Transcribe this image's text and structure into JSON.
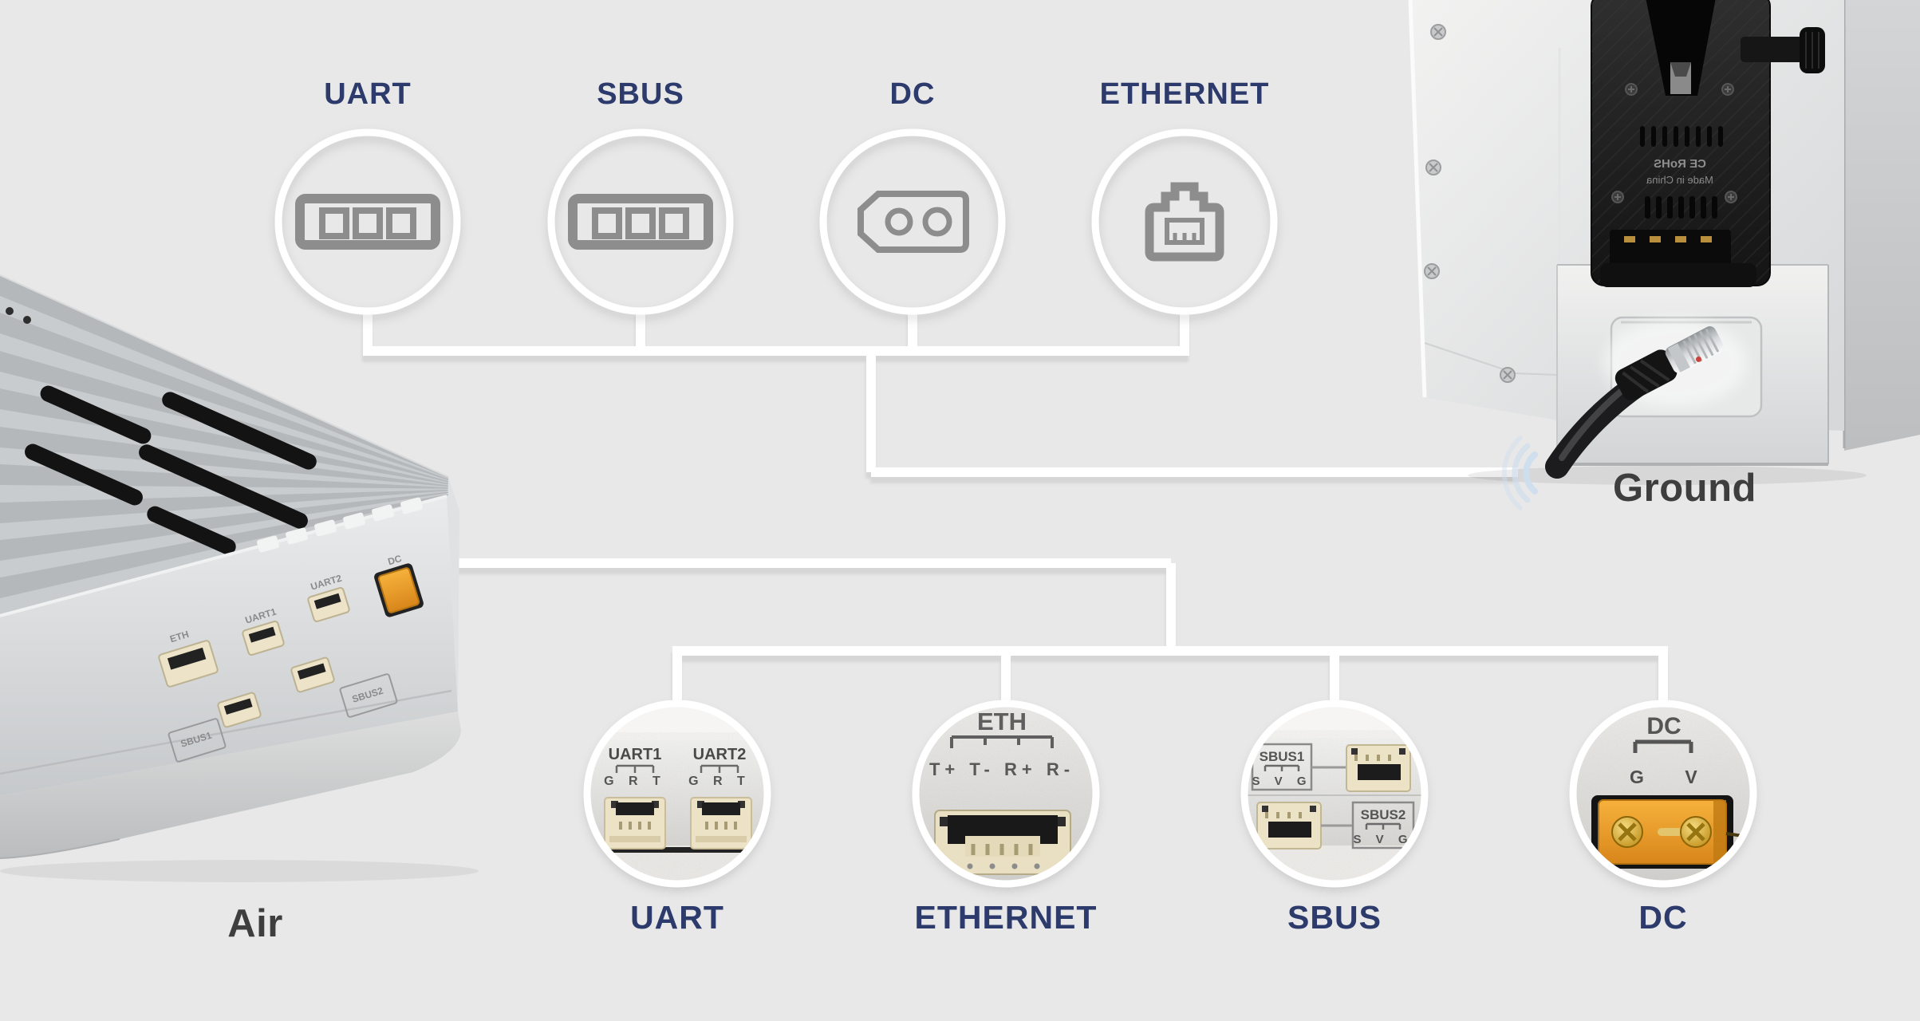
{
  "colors": {
    "background": "#e8e8e8",
    "accent_navy": "#2c3a6c",
    "icon_gray": "#8d8d8d",
    "line_white": "#ffffff",
    "device_label_gray": "#3e3e3e",
    "ripple_blue": "#cfdeed",
    "xt30_orange": "#ef9d25"
  },
  "top_row": {
    "ports": [
      {
        "label": "UART",
        "icon": "uart-3pin-connector-icon"
      },
      {
        "label": "SBUS",
        "icon": "sbus-3pin-connector-icon"
      },
      {
        "label": "DC",
        "icon": "dc-xt30-connector-icon"
      },
      {
        "label": "ETHERNET",
        "icon": "ethernet-rj45-icon"
      }
    ]
  },
  "ground_unit": {
    "label": "Ground",
    "battery_plate": {
      "line1": "CE RoHS",
      "line2": "Made in China",
      "mirrored": true
    }
  },
  "air_unit": {
    "label": "Air",
    "port_labels": [
      "ETH",
      "UART1",
      "UART2",
      "DC",
      "SBUS1",
      "SBUS2"
    ]
  },
  "bottom_row": {
    "ports": [
      {
        "label": "UART",
        "detail": {
          "port1": "UART1",
          "pins1": "G R T",
          "port2": "UART2",
          "pins2": "G R T"
        }
      },
      {
        "label": "ETHERNET",
        "detail": {
          "port": "ETH",
          "pins": "T+ T- R+ R-"
        }
      },
      {
        "label": "SBUS",
        "detail": {
          "port1": "SBUS1",
          "pins1": "S V G",
          "port2": "SBUS2",
          "pins2": "S V G"
        }
      },
      {
        "label": "DC",
        "detail": {
          "port": "DC",
          "pin_left": "G",
          "pin_right": "V"
        }
      }
    ]
  }
}
